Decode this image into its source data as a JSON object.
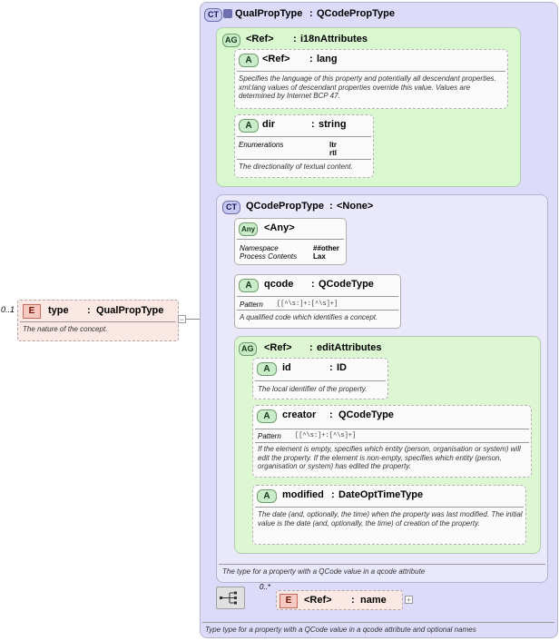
{
  "root_element": {
    "occurs": "0..1",
    "badge": "E",
    "name": "type",
    "sep": ":",
    "type": "QualPropType",
    "description": "The nature of the concept."
  },
  "qualproptype": {
    "badge": "CT",
    "name": "QualPropType",
    "sep": ":",
    "type": "QCodePropType",
    "description": "Type type for a property with a  QCode value in a qcode attribute and optional names"
  },
  "i18n": {
    "badge": "AG",
    "ref": "<Ref>",
    "sep": ":",
    "name": "i18nAttributes",
    "lang": {
      "badge": "A",
      "name": "<Ref>",
      "sep": ":",
      "type": "lang",
      "description": "Specifies the language of this property and potentially all descendant properties. xml:lang values of descendant properties override this value. Values are determined by Internet BCP 47."
    },
    "dir": {
      "badge": "A",
      "name": "dir",
      "sep": ":",
      "type": "string",
      "enum_label": "Enumerations",
      "enum_values": [
        "ltr",
        "rtl"
      ],
      "description": "The directionality of textual content."
    }
  },
  "qcodeproptype": {
    "badge": "CT",
    "name": "QCodePropType",
    "sep": ":",
    "type": "<None>",
    "description": "The type for a property with a QCode value in a qcode attribute",
    "any": {
      "badge": "Any",
      "name": "<Any>",
      "ns_label": "Namespace",
      "ns_value": "##other",
      "pc_label": "Process Contents",
      "pc_value": "Lax"
    },
    "qcode": {
      "badge": "A",
      "name": "qcode",
      "sep": ":",
      "type": "QCodeType",
      "pattern_label": "Pattern",
      "pattern_value": "[[^\\s:]+:[^\\s]+]",
      "description": "A qualified code which identifies a concept."
    },
    "edit": {
      "badge": "AG",
      "ref": "<Ref>",
      "sep": ":",
      "name": "editAttributes",
      "id": {
        "badge": "A",
        "name": "id",
        "sep": ":",
        "type": "ID",
        "description": "The local identifier of the property."
      },
      "creator": {
        "badge": "A",
        "name": "creator",
        "sep": ":",
        "type": "QCodeType",
        "pattern_label": "Pattern",
        "pattern_value": "[[^\\s:]+:[^\\s]+]",
        "description": "If the element is empty, specifies which entity (person, organisation or system) will edit the property. If the element is non-empty, specifies which entity (person, organisation or system) has edited the property."
      },
      "modified": {
        "badge": "A",
        "name": "modified",
        "sep": ":",
        "type": "DateOptTimeType",
        "description": "The date (and, optionally, the time) when the property was last modified. The initial value is the date (and, optionally, the time) of creation of the property."
      }
    }
  },
  "name_ref": {
    "occurs": "0..*",
    "badge": "E",
    "ref": "<Ref>",
    "sep": ":",
    "name": "name"
  },
  "colors": {
    "complex_type_bg": "#dcdcfa",
    "attribute_group_bg": "#d9f8cf",
    "element_bg": "#fbe8e4",
    "connector": "#8a8a8a"
  }
}
